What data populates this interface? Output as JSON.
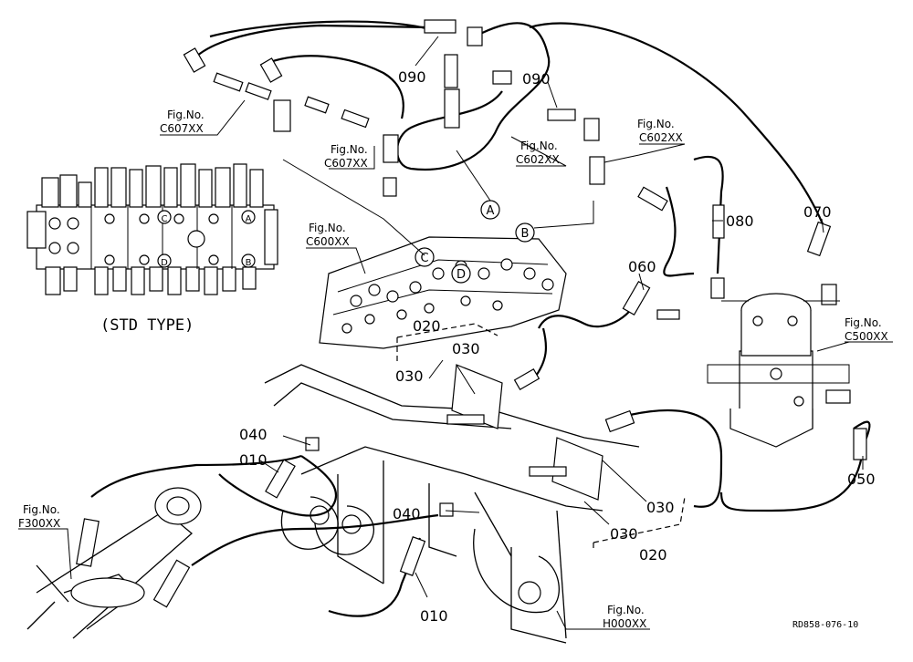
{
  "callouts": {
    "p090a": "090",
    "p090b": "090",
    "p080": "080",
    "p070": "070",
    "p060": "060",
    "p050": "050",
    "p040a": "040",
    "p040b": "040",
    "p030a": "030",
    "p030b": "030",
    "p030c": "030",
    "p030d": "030",
    "p020a": "020",
    "p020b": "020",
    "p010a": "010",
    "p010b": "010"
  },
  "fig_refs": {
    "c607_left": {
      "line1": "Fig.No.",
      "line2": "C607XX"
    },
    "c607_mid": {
      "line1": "Fig.No.",
      "line2": "C607XX"
    },
    "c602_mid": {
      "line1": "Fig.No.",
      "line2": "C602XX"
    },
    "c602_right": {
      "line1": "Fig.No.",
      "line2": "C602XX"
    },
    "c600": {
      "line1": "Fig.No.",
      "line2": "C600XX"
    },
    "c500": {
      "line1": "Fig.No.",
      "line2": "C500XX"
    },
    "f300": {
      "line1": "Fig.No.",
      "line2": "F300XX"
    },
    "h000": {
      "line1": "Fig.No.",
      "line2": "H000XX"
    }
  },
  "ports": {
    "a": "A",
    "b": "B",
    "c": "C",
    "d": "D"
  },
  "valve_ports": {
    "a": "A",
    "b": "B",
    "c": "C",
    "d": "D"
  },
  "std_type": "(STD TYPE)",
  "drawing_code": "RD858-076-10"
}
